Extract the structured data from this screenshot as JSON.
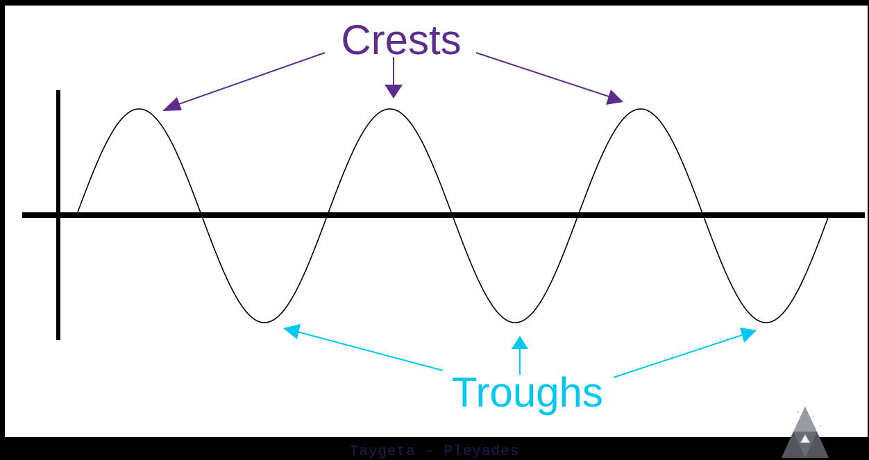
{
  "diagram": {
    "crest_label": "Crests",
    "trough_label": "Troughs",
    "crest_color": "#5c2d8c",
    "trough_color": "#00c8f0",
    "wave_color": "#000000",
    "axis_color": "#000000",
    "cycles": 3
  },
  "footer": {
    "caption": "Taygeta - Pleyades",
    "logo_icon": "pyramid-logo-icon"
  }
}
